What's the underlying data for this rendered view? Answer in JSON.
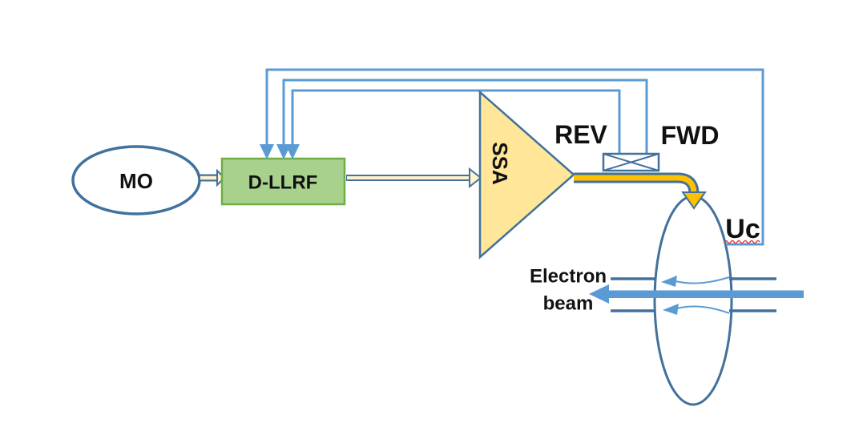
{
  "colors": {
    "background": "#FFFFFF",
    "line_blue": "#5B9BD5",
    "shape_blue": "#41719C",
    "green_fill": "#A9D18E",
    "green_border": "#70AD47",
    "amp_fill": "#FFE699",
    "orange": "#FFC000",
    "arrow_fill": "#FFF2CC",
    "ink": "#111111",
    "squiggle_red": "#E04343"
  },
  "diagram": {
    "master_oscillator": {
      "label": "MO"
    },
    "llrf_controller": {
      "label": "D-LLRF"
    },
    "amplifier": {
      "label": "SSA"
    },
    "coupler": {
      "rev_label": "REV",
      "fwd_label": "FWD"
    },
    "cavity": {
      "voltage_label": "Uc"
    },
    "beam": {
      "label_line1": "Electron",
      "label_line2": "beam"
    }
  }
}
